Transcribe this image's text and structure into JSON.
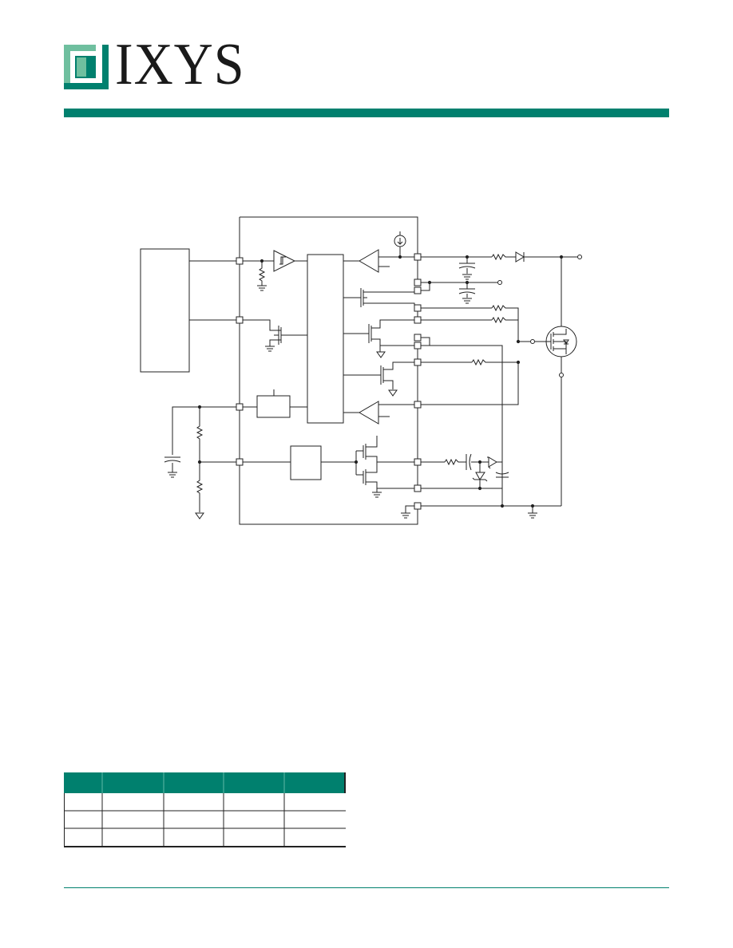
{
  "brand": {
    "logo_text": "IXYS",
    "accent_color": "#00806e",
    "mark_light": "#6fbf9f",
    "mark_dark": "#00806e"
  },
  "diagram": {
    "icons": [
      "current-source-icon",
      "schmitt-buffer-icon",
      "mosfet-icon",
      "capacitor-icon",
      "resistor-icon",
      "diode-icon",
      "zener-diode-icon",
      "comparator-icon",
      "ground-icon",
      "power-mosfet-icon"
    ]
  },
  "table": {
    "header_color": "#00806e",
    "columns": 5,
    "rows": 3
  }
}
